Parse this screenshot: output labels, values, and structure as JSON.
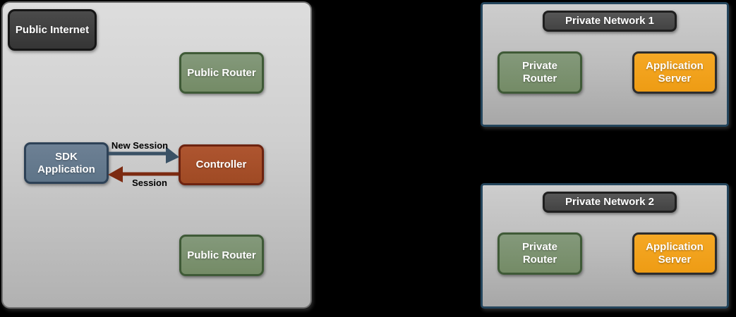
{
  "diagram": {
    "public_zone": {
      "nodes": {
        "public_internet": "Public Internet",
        "public_router_top": "Public Router",
        "sdk_application": "SDK Application",
        "controller": "Controller",
        "public_router_bottom": "Public Router"
      },
      "arrows": [
        {
          "label": "New Session",
          "from": "SDK Application",
          "to": "Controller",
          "color": "#3a5165"
        },
        {
          "label": "Session",
          "from": "Controller",
          "to": "SDK Application",
          "color": "#7c2a11"
        }
      ]
    },
    "private_networks": [
      {
        "title": "Private Network 1",
        "router": "Private Router",
        "server": "Application Server"
      },
      {
        "title": "Private Network 2",
        "router": "Private Router",
        "server": "Application Server"
      }
    ]
  },
  "colors": {
    "canvas_background": "#000000",
    "public_zone_fill_top": "#dddddd",
    "public_zone_fill_bottom": "#b1b1b1",
    "public_zone_border": "#6e6e6e",
    "private_zone_border": "#24455c",
    "dark_node_fill": "#404040",
    "dark_node_border": "#161616",
    "green_node_fill": "#7c9271",
    "green_node_border": "#3f5a37",
    "slate_node_fill": "#657a8e",
    "slate_node_border": "#2d4156",
    "rust_node_fill": "#a64f2a",
    "rust_node_border": "#6d2310",
    "orange_node_fill": "#f2a11c",
    "orange_node_border": "#2d2d2d",
    "arrow_new_session": "#3a5165",
    "arrow_session": "#7c2a11",
    "arrow_label_text": "#000000"
  }
}
